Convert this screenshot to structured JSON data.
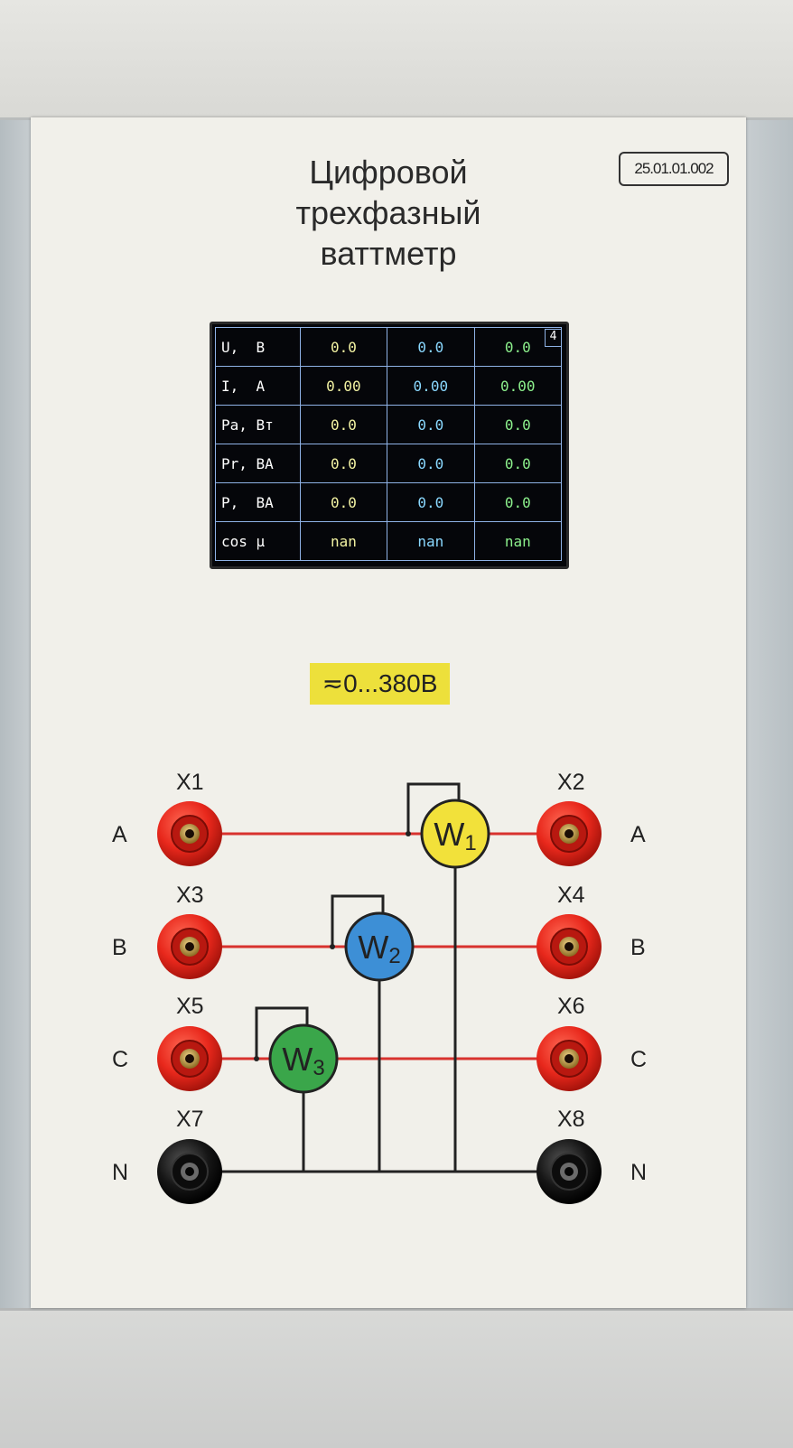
{
  "title": {
    "line1": "Цифровой",
    "line2": "трехфазный",
    "line3": "ваттметр"
  },
  "code": "25.01.01.002",
  "screen": {
    "corner": "4",
    "rows": [
      {
        "label": "U,  В",
        "v1": "0.0",
        "v2": "0.0",
        "v3": "0.0"
      },
      {
        "label": "I,  A",
        "v1": "0.00",
        "v2": "0.00",
        "v3": "0.00"
      },
      {
        "label": "Pa, Вт",
        "v1": "0.0",
        "v2": "0.0",
        "v3": "0.0"
      },
      {
        "label": "Pr, ВА",
        "v1": "0.0",
        "v2": "0.0",
        "v3": "0.0"
      },
      {
        "label": "P,  ВА",
        "v1": "0.0",
        "v2": "0.0",
        "v3": "0.0"
      },
      {
        "label": "cos μ",
        "v1": "nan",
        "v2": "nan",
        "v3": "nan"
      }
    ]
  },
  "range_label": "≂0...380В",
  "terminals": {
    "x1": "X1",
    "x2": "X2",
    "x3": "X3",
    "x4": "X4",
    "x5": "X5",
    "x6": "X6",
    "x7": "X7",
    "x8": "X8"
  },
  "phases": {
    "a": "A",
    "b": "B",
    "c": "C",
    "n": "N"
  },
  "meters": {
    "w1": {
      "letter": "W",
      "sub": "1",
      "color": "#f2e13a"
    },
    "w2": {
      "letter": "W",
      "sub": "2",
      "color": "#3d8fd6"
    },
    "w3": {
      "letter": "W",
      "sub": "3",
      "color": "#3aa64a"
    }
  },
  "colors": {
    "jack_red": "#e8281c",
    "jack_black": "#141414",
    "wire_red": "#d8322e",
    "wire_black": "#222222"
  }
}
